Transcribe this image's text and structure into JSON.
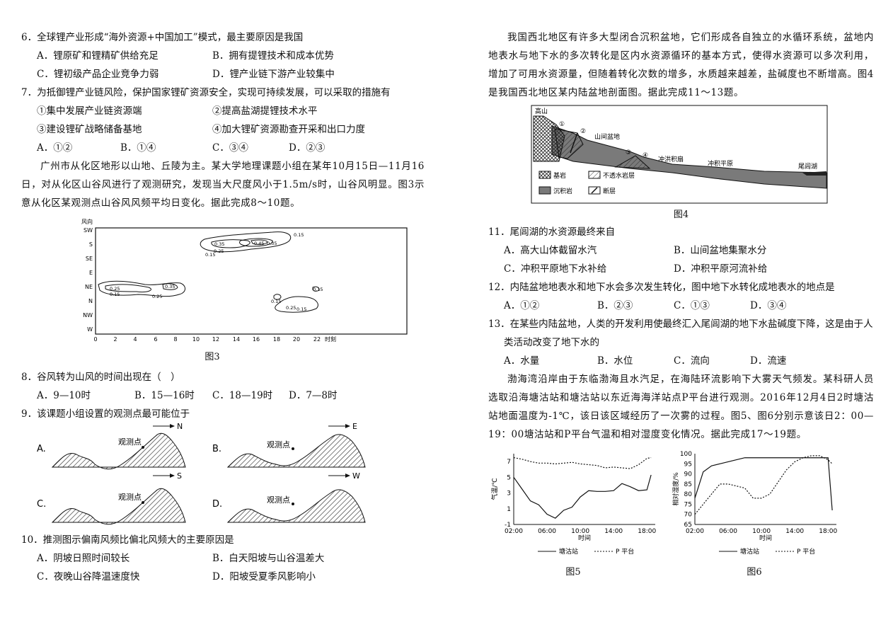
{
  "left": {
    "q6": {
      "stem": "6．全球锂产业形成“海外资源+中国加工”模式，最主要原因是我国",
      "A": "A．锂原矿和锂精矿供给充足",
      "B": "B．拥有提锂技术和成本优势",
      "C": "C．锂初级产品企业竞争力弱",
      "D": "D．锂产业链下游产业较集中"
    },
    "q7": {
      "stem": "7．为抵御锂产业链风险，保护国家锂矿资源安全，实现可持续发展，可以采取的措施有",
      "s1": "①集中发展产业链资源端",
      "s2": "②提高盐湖提锂技术水平",
      "s3": "③建设锂矿战略储备基地",
      "s4": "④加大锂矿资源勘查开采和出口力度",
      "A": "A．①②",
      "B": "B．①④",
      "C": "C．③④",
      "D": "D．②③"
    },
    "intro": "广州市从化区地形以山地、丘陵为主。某大学地理课题小组在某年10月15日—11月16日，对从化区山谷风进行了观测研究，发现当大尺度风小于1.5m/s时，山谷风明显。图3示意从化区某观测点山谷风风频平均日变化。据此完成8～10题。",
    "fig3": {
      "caption": "图3",
      "ylabel": "风向",
      "xlabel": "时刻",
      "yticks": [
        "SW",
        "S",
        "SE",
        "E",
        "NE",
        "N",
        "NW",
        "W"
      ],
      "xticks": [
        "0",
        "2",
        "4",
        "6",
        "8",
        "10",
        "12",
        "14",
        "16",
        "18",
        "20",
        "22"
      ],
      "contour_labels": [
        "0.25",
        "0.15",
        "0.35",
        "0.25",
        "0.35",
        "0.25",
        "0.15",
        "0.45",
        "0.35",
        "0.15",
        "0.15",
        "0.15",
        "0.25",
        "0.15",
        "0.15"
      ]
    },
    "q8": {
      "stem": "8．谷风转为山风的时间出现在（　）",
      "A": "A．9—10时",
      "B": "B．15—16时",
      "C": "C．18—19时",
      "D": "D．7—8时"
    },
    "q9": {
      "stem": "9．该课题小组设置的观测点最可能位于",
      "point": "观测点",
      "A": {
        "label": "A.",
        "dir": "N"
      },
      "B": {
        "label": "B.",
        "dir": "E"
      },
      "C": {
        "label": "C.",
        "dir": "S"
      },
      "D": {
        "label": "D.",
        "dir": "W"
      }
    },
    "q10": {
      "stem": "10．推测图示偏南风频比偏北风频大的主要原因是",
      "A": "A．阴坡日照时间较长",
      "B": "B．白天阳坡与山谷温差大",
      "C": "C．夜晚山谷降温速度快",
      "D": "D．阳坡受夏季风影响小"
    }
  },
  "right": {
    "intro": "我国西北地区有许多大型闭合沉积盆地，它们形成各自独立的水循环系统，盆地内地表水与地下水的多次转化是区内水资源循环的基本方式，使得水资源可以多次利用，增加了可用水资源量，但随着转化次数的增多，水质越来越差，盐碱度也不断增高。图4是我国西北地区某内陆盆地剖面图。据此完成11～13题。",
    "fig4": {
      "caption": "图4",
      "labels": {
        "mountain": "高山",
        "basin": "山间盆地",
        "fan": "冲洪积扇",
        "plain": "冲积平原",
        "lake": "尾闾湖",
        "n1": "①",
        "n2": "②",
        "n3": "③",
        "n4": "④"
      },
      "legend": {
        "bedrock": "基岩",
        "impervious": "不透水岩层",
        "sediment": "沉积岩",
        "fault": "断层"
      }
    },
    "q11": {
      "stem": "11．尾闾湖的水资源最终来自",
      "A": "A．高大山体截留水汽",
      "B": "B．山间盆地集聚水分",
      "C": "C．冲积平原地下水补给",
      "D": "D．冲积平原河流补给"
    },
    "q12": {
      "stem": "12．内陆盆地地表水和地下水会多次发生转化，图中地下水转化成地表水的地点是",
      "A": "A．①②",
      "B": "B．②③",
      "C": "C．①③",
      "D": "D．③④"
    },
    "q13": {
      "stem1": "13．在某些内陆盆地，人类的开发利用使最终汇入尾闾湖的地下水盐碱度下降，这是由于人",
      "stem2": "类活动改变了地下水的",
      "A": "A．水量",
      "B": "B．水位",
      "C": "C．流向",
      "D": "D．流速"
    },
    "intro2": "渤海湾沿岸由于东临渤海且水汽足，在海陆环流影响下大雾天气频发。某科研人员选取沿海塘沽站和塘沽站以东近海海洋站点P平台进行观测。2016年12月4日2时塘沽站地面温度为-1℃，该日该区域经历了一次雾的过程。图5、图6分别示意该日2：00—19：00塘沽站和P平台气温和相对湿度变化情况。据此完成17～19题。",
    "fig5": {
      "caption": "图5",
      "ylabel": "气温/℃",
      "xlabel": "时间",
      "yticks": [
        "-1",
        "1",
        "3",
        "5",
        "7"
      ],
      "xticks": [
        "02:00",
        "06:00",
        "10:00",
        "14:00",
        "18:00"
      ],
      "legend_solid": "塘沽站",
      "legend_dotted": "P 平台"
    },
    "fig6": {
      "caption": "图6",
      "ylabel": "相对湿度/%",
      "xlabel": "时间",
      "yticks": [
        "65",
        "70",
        "75",
        "80",
        "85",
        "90",
        "95",
        "100"
      ],
      "xticks": [
        "02:00",
        "06:00",
        "10:00",
        "14:00",
        "18:00"
      ],
      "legend_solid": "塘沽站",
      "legend_dotted": "P 平台"
    }
  },
  "chart_data": [
    {
      "type": "line",
      "title": "",
      "xlabel": "时间",
      "ylabel": "气温/℃",
      "ylim": [
        -1,
        8
      ],
      "x": [
        2,
        3,
        4,
        5,
        6,
        7,
        8,
        9,
        10,
        11,
        12,
        13,
        14,
        15,
        16,
        17,
        18,
        18.5
      ],
      "series": [
        {
          "name": "塘沽站",
          "values": [
            5,
            3.5,
            2,
            1.5,
            0.3,
            -0.2,
            0.8,
            1.2,
            2.5,
            3.3,
            3.2,
            3.2,
            3.3,
            4.2,
            3.8,
            3.3,
            3.4,
            5.3
          ]
        },
        {
          "name": "P 平台",
          "values": [
            7.5,
            7.3,
            7.0,
            6.8,
            6.8,
            6.7,
            6.8,
            6.9,
            6.7,
            6.6,
            6.5,
            6.2,
            6.3,
            6.2,
            6.1,
            6.6,
            7.4,
            7.5
          ]
        }
      ]
    },
    {
      "type": "line",
      "title": "",
      "xlabel": "时间",
      "ylabel": "相对湿度/%",
      "ylim": [
        65,
        100
      ],
      "x": [
        2,
        3,
        4,
        5,
        6,
        7,
        8,
        9,
        10,
        11,
        12,
        13,
        14,
        15,
        16,
        17,
        18,
        18.5
      ],
      "series": [
        {
          "name": "塘沽站",
          "values": [
            78,
            91,
            94,
            95,
            96,
            97,
            98,
            98,
            98,
            98,
            98,
            98,
            98,
            98,
            98,
            98,
            98,
            72
          ]
        },
        {
          "name": "P 平台",
          "values": [
            70,
            75,
            80,
            85,
            85,
            84,
            83,
            78,
            78,
            80,
            86,
            92,
            96,
            98,
            99,
            99,
            97,
            95
          ]
        }
      ]
    }
  ]
}
